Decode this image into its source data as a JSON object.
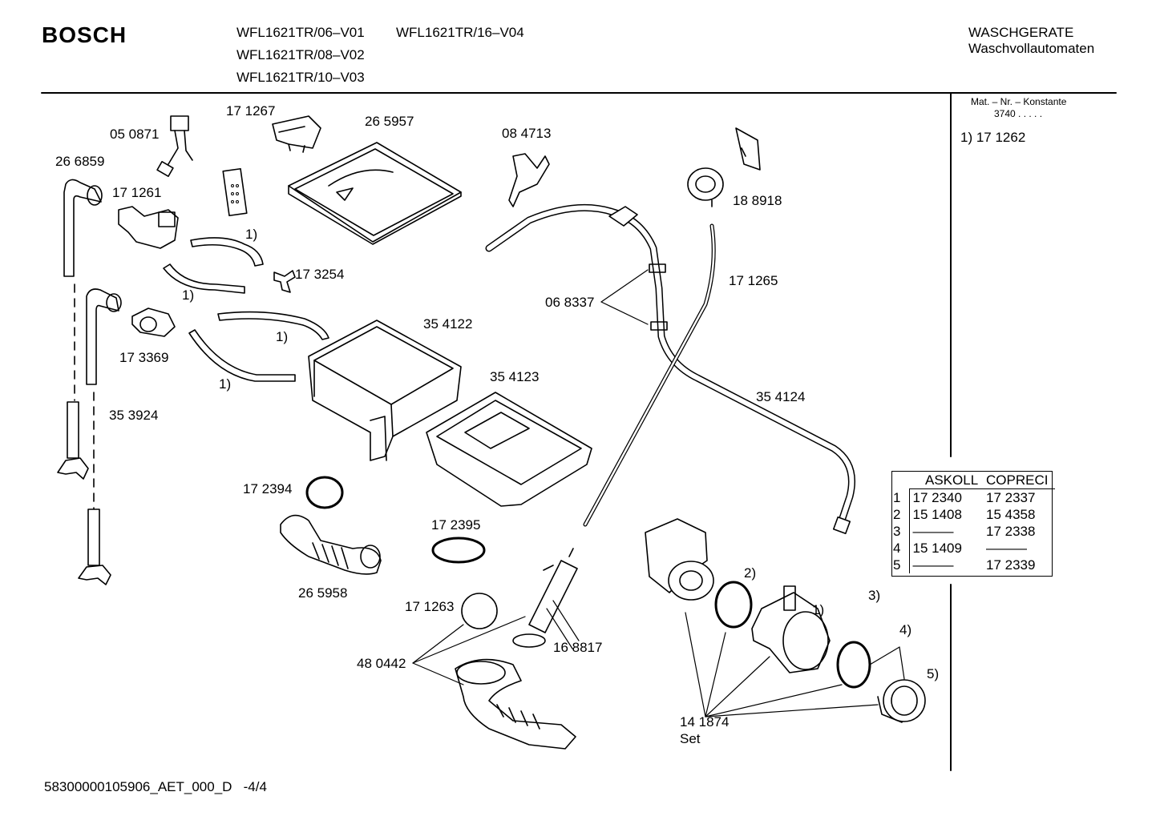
{
  "header": {
    "brand": "BOSCH",
    "models": [
      "WFL1621TR/06–V01",
      "WFL1621TR/16–V04",
      "WFL1621TR/08–V02",
      "WFL1621TR/10–V03"
    ],
    "category_line1": "WASCHGERATE",
    "category_line2": "Waschvollautomaten"
  },
  "side_panel": {
    "mat_header": "Mat. – Nr. – Konstante",
    "mat_value": "3740  .  .  .  .  .",
    "note": "1)  17 1262"
  },
  "cross_table": {
    "headers": [
      "ASKOLL",
      "COPRECI"
    ],
    "rows": [
      {
        "index": "1",
        "askoll": "17 2340",
        "copreci": "17 2337"
      },
      {
        "index": "2",
        "askoll": "15 1408",
        "copreci": "15 4358"
      },
      {
        "index": "3",
        "askoll": "———",
        "copreci": "17 2338"
      },
      {
        "index": "4",
        "askoll": "15 1409",
        "copreci": "———"
      },
      {
        "index": "5",
        "askoll": "———",
        "copreci": "17 2339"
      }
    ]
  },
  "part_labels": {
    "p050871": "05 0871",
    "p171267": "17 1267",
    "p265957": "26 5957",
    "p084713": "08 4713",
    "p266859": "26 6859",
    "p171261": "17 1261",
    "p188918": "18 8918",
    "note1a": "1)",
    "p173254": "17 3254",
    "note1b": "1)",
    "p171265": "17 1265",
    "p068337": "06 8337",
    "p354122": "35 4122",
    "note1c": "1)",
    "p173369": "17 3369",
    "p354123": "35 4123",
    "note1d": "1)",
    "p354124": "35 4124",
    "p353924": "35 3924",
    "p172394": "17 2394",
    "p172395": "17 2395",
    "p265958": "26 5958",
    "note2": "2)",
    "note3": "3)",
    "p171263": "17 1263",
    "note1e": "1)",
    "note4": "4)",
    "p168817": "16 8817",
    "p480442": "48 0442",
    "note5": "5)",
    "p141874": "14 1874",
    "set": "Set"
  },
  "footer": {
    "doc_id": "58300000105906_AET_000_D",
    "page": "-4/4"
  }
}
